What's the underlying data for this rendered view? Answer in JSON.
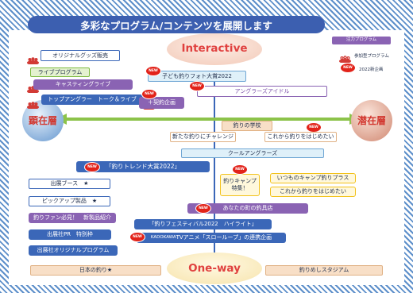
{
  "title": "多彩なプログラム/コンテンツを展開します",
  "legend": {
    "focus": "注力プログラム",
    "participant": "参加型プログラム",
    "new_project": "2022新企画"
  },
  "axis": {
    "top": "Interactive",
    "bottom": "One-way",
    "left": "顕在層",
    "right": "潜在層"
  },
  "badge": "NEW",
  "items": {
    "goods": "オリジナルグッズ販売",
    "live": "ライブプログラム",
    "casting": "キャスティングライブ",
    "top_angler": "トップアングラー　トーク＆ライブ",
    "photo_award": "子ども釣りフォト大賞2022",
    "contract": "＋契約企画",
    "idol": "アングラーズアイドル",
    "school": "釣りの学校",
    "challenge": "新たな釣りにチャレンジ",
    "start_new": "これから釣りをはじめたい",
    "cool_anglers": "クールアングラーズ",
    "trend_award": "「釣りトレンド大賞2022」",
    "booth": "出展ブース　★",
    "pickup": "ピックアップ製品　★",
    "camp_line1": "釣りキャンプ",
    "camp_line2": "特集！",
    "camp_plus": "いつものキャンプ釣りプラス",
    "camp_start": "これから釣りをはじめたい",
    "fan": "釣りファン必見！　新製品紹介",
    "shop": "あなたの町の釣具店",
    "pr": "出展社PR　特別枠",
    "festival": "「釣りフェスティバル2022　ハイライト」",
    "original_program": "出展社オリジナルプログラム",
    "kadokawa_prefix": "KADOKAWA",
    "kadokawa_rest": " TVアニメ「スローループ」の連携企画",
    "japan_fishing": "日本の釣り★",
    "stadium": "釣りめしスタジアム"
  },
  "colors": {
    "title_bar": "#3c5fb0",
    "item_blue": "#3b67b8",
    "item_purple": "#8a63b3",
    "new_badge": "#e2231a",
    "axis_green": "#8cc34a",
    "axis_blue": "#3b67b8",
    "interactive_text": "#e0413f",
    "oneway_text": "#e0413f",
    "sphere_left": "#bdd6f0",
    "sphere_right": "#f2c7b2",
    "people_icon": "#d23a35"
  }
}
